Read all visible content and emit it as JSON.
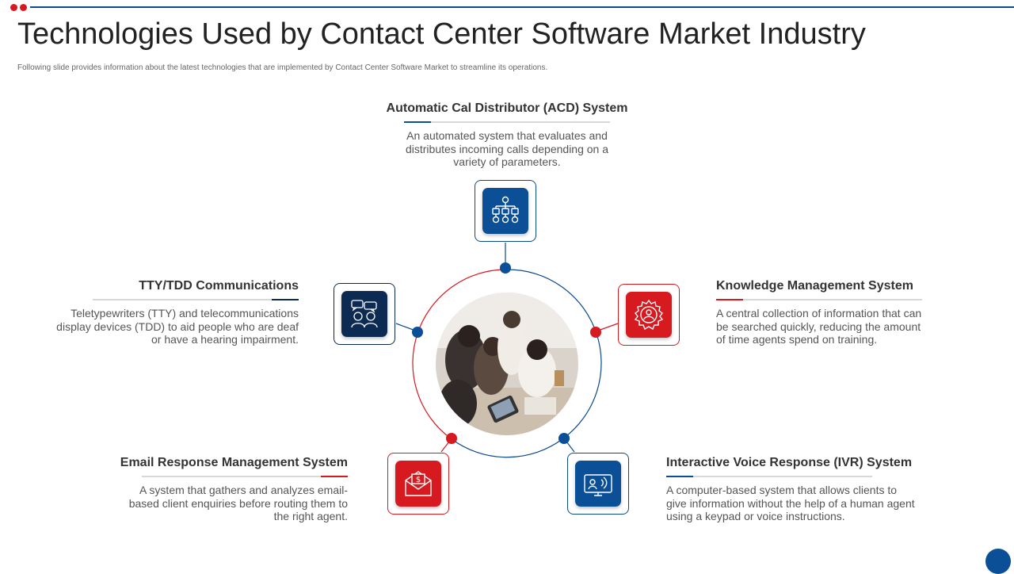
{
  "header": {
    "title": "Technologies Used by Contact Center Software Market Industry",
    "subtitle": "Following slide provides information about the latest technologies that are implemented  by Contact Center Software Market to streamline its operations."
  },
  "colors": {
    "blue": "#0b4f96",
    "red": "#d71920",
    "navy": "#0d2b52"
  },
  "items": {
    "acd": {
      "title": "Automatic Cal Distributor (ACD) System",
      "text": "An automated system that evaluates and distributes incoming calls depending on a variety of parameters.",
      "icon": "call-distribution-hierarchy-icon"
    },
    "kms": {
      "title": "Knowledge Management System",
      "text": "A central collection of information that can be searched quickly, reducing the amount of time agents spend on training.",
      "icon": "gear-person-icon"
    },
    "ivr": {
      "title": "Interactive Voice Response (IVR) System",
      "text": "A computer-based system that allows clients to give information without the help of a human agent using a keypad or voice instructions.",
      "icon": "voice-monitor-icon"
    },
    "erms": {
      "title": "Email Response Management System",
      "text": "A system that gathers and analyzes email-based client enquiries before routing them to the right agent.",
      "icon": "dollar-envelope-icon"
    },
    "tty": {
      "title": "TTY/TDD Communications",
      "text": "Teletypewriters (TTY) and telecommunications display devices (TDD) to aid people who are deaf or have a hearing impairment.",
      "icon": "people-chat-icon"
    }
  },
  "center": {
    "image": "team-meeting-photo"
  }
}
